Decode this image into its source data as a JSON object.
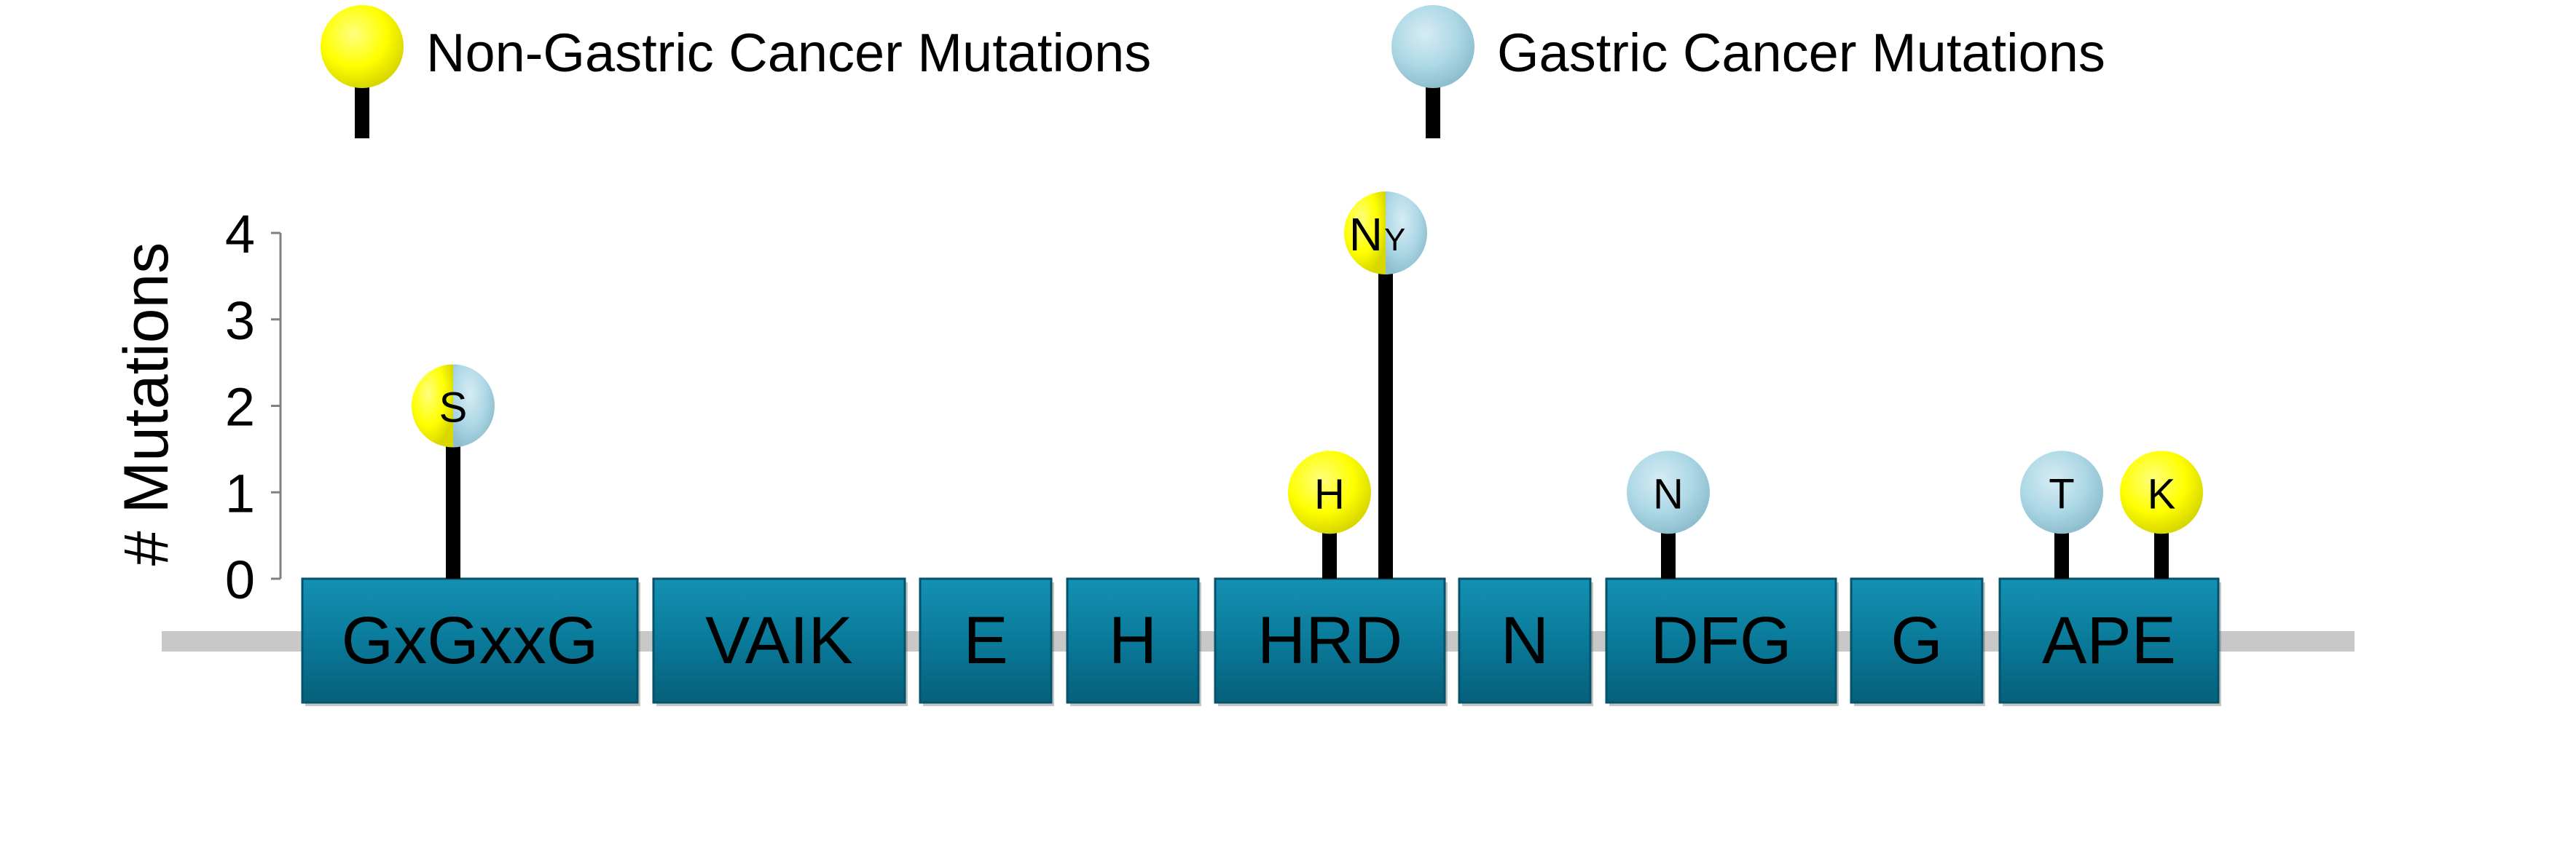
{
  "legend": [
    {
      "label": "Non-Gastric Cancer Mutations",
      "color": "#ffff00"
    },
    {
      "label": "Gastric Cancer Mutations",
      "color": "#add8e6"
    }
  ],
  "colors": {
    "non_gastric": "#ffff00",
    "gastric": "#add8e6",
    "domain_box": "#0a7a9a",
    "backbone": "#c8c8c8",
    "stem": "#000000"
  },
  "chart_data": {
    "type": "lollipop",
    "ylabel": "# Mutations",
    "ylim": [
      0,
      4
    ],
    "yticks": [
      0,
      1,
      2,
      3,
      4
    ],
    "domains": [
      "GxGxxG",
      "VAIK",
      "E",
      "H",
      "HRD",
      "N",
      "DFG",
      "G",
      "APE"
    ],
    "mutations": [
      {
        "domain": "GxGxxG",
        "labels": [
          "S"
        ],
        "count": 2,
        "type": "both"
      },
      {
        "domain": "HRD",
        "labels": [
          "H"
        ],
        "count": 1,
        "type": "non_gastric"
      },
      {
        "domain": "HRD",
        "labels": [
          "N",
          "Y"
        ],
        "count": 4,
        "type": "both"
      },
      {
        "domain": "DFG",
        "labels": [
          "N"
        ],
        "count": 1,
        "type": "gastric"
      },
      {
        "domain": "APE",
        "labels": [
          "T"
        ],
        "count": 1,
        "type": "gastric"
      },
      {
        "domain": "APE",
        "labels": [
          "K"
        ],
        "count": 1,
        "type": "non_gastric"
      }
    ]
  }
}
